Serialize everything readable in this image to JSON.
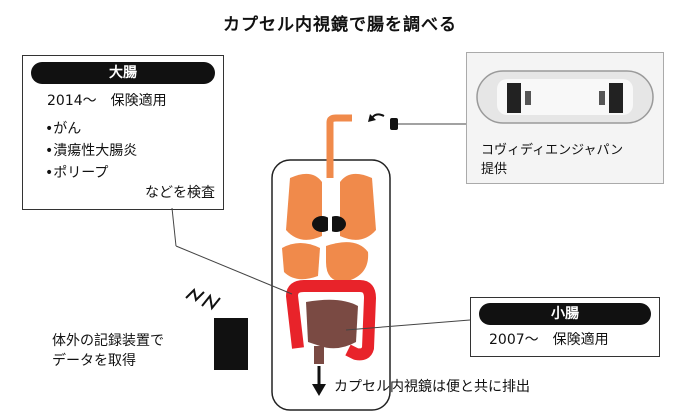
{
  "title": "カプセル内視鏡で腸を調べる",
  "large_intestine": {
    "heading": "大腸",
    "coverage": "2014～　保険適用",
    "items": [
      "•がん",
      "•潰瘍性大腸炎",
      "•ポリープ"
    ],
    "footer": "などを検査"
  },
  "small_intestine": {
    "heading": "小腸",
    "coverage": "2007～　保険適用"
  },
  "photo_credit": {
    "line1": "コヴィディエンジャパン",
    "line2": "提供"
  },
  "recorder": {
    "line1": "体外の記録装置で",
    "line2": "データを取得"
  },
  "exit_caption": "カプセル内視鏡は便と共に排出",
  "colors": {
    "upper_organs": "#f08a4b",
    "large_intestine": "#e8232a",
    "small_intestine": "#7a4a43",
    "capsule": "#111111"
  }
}
